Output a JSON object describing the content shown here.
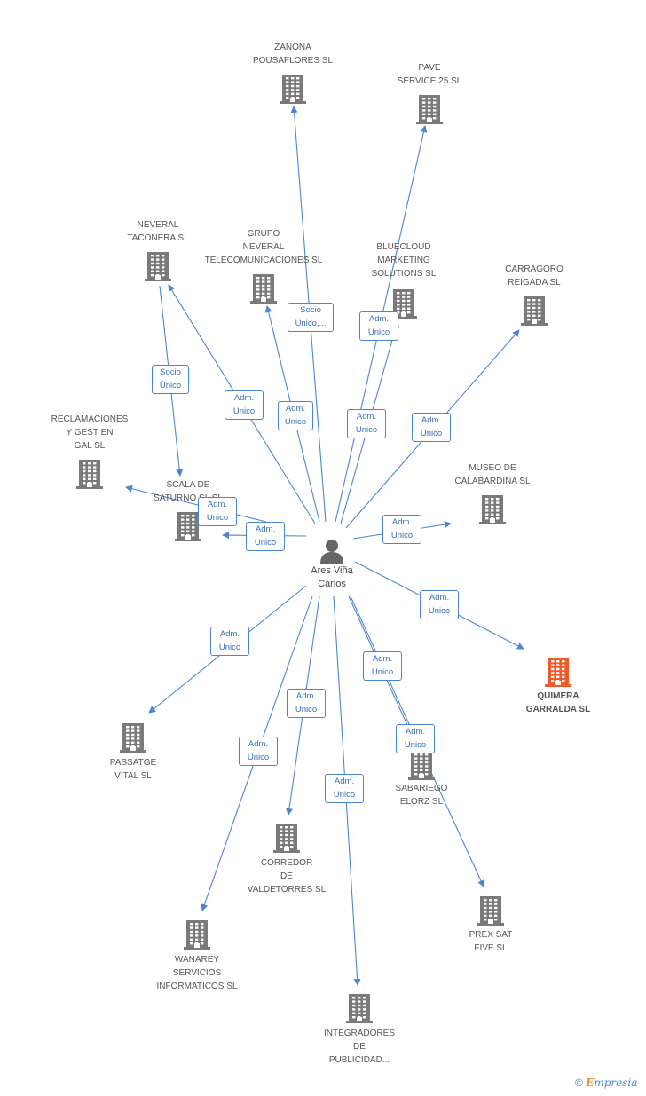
{
  "colors": {
    "edge": "#4a86d4",
    "company": "#7a7a7a",
    "highlight": "#f05a28",
    "person": "#666666"
  },
  "center": {
    "label": "Ares Viña\nCarlos",
    "icon": "person-icon"
  },
  "companies": [
    {
      "id": "zanona",
      "label": "ZANONA\nPOUSAFLORES SL",
      "edge": "Socio\nÚnico,..."
    },
    {
      "id": "pave",
      "label": "PAVE\nSERVICE 25 SL",
      "edge": "Adm.\nUnico"
    },
    {
      "id": "neveral-taconera",
      "label": "NEVERAL\nTACONERA SL",
      "edge": "Adm.\nUnico"
    },
    {
      "id": "grupo-neveral",
      "label": "GRUPO\nNEVERAL\nTELECOMUNICACIONES SL",
      "edge": "Adm.\nUnico"
    },
    {
      "id": "bluecloud",
      "label": "BLUECLOUD\nMARKETING\nSOLUTIONS SL",
      "edge": "Adm.\nUnico"
    },
    {
      "id": "carragoro",
      "label": "CARRAGORO\nREIGADA SL",
      "edge": "Adm.\nUnico"
    },
    {
      "id": "reclamaciones",
      "label": "RECLAMACIONES\nY GEST EN\nGAL  SL",
      "edge": "Adm.\nUnico"
    },
    {
      "id": "scala",
      "label": "SCALA DE\nSATURNO SL SL",
      "edge": "Adm.\nUnico"
    },
    {
      "id": "museo",
      "label": "MUSEO DE\nCALABARDINA SL",
      "edge": "Adm.\nUnico"
    },
    {
      "id": "quimera",
      "label": "QUIMERA\nGARRALDA SL",
      "edge": "Adm.\nUnico",
      "highlight": true
    },
    {
      "id": "passatge",
      "label": "PASSATGE\nVITAL SL",
      "edge": "Adm.\nUnico"
    },
    {
      "id": "sabariego",
      "label": "SABARIEGO\nELORZ SL",
      "edge": "Adm.\nUnico"
    },
    {
      "id": "corredor",
      "label": "CORREDOR\nDE\nVALDETORRES SL",
      "edge": "Adm.\nUnico"
    },
    {
      "id": "prex",
      "label": "PREX SAT\nFIVE SL",
      "edge": "Adm.\nUnico"
    },
    {
      "id": "wanarey",
      "label": "WANAREY\nSERVICIOS\nINFORMATICOS SL",
      "edge": "Adm.\nUnico"
    },
    {
      "id": "integradores",
      "label": "INTEGRADORES\nDE\nPUBLICIDAD...",
      "edge": "Adm.\nUnico"
    }
  ],
  "extra_edges": [
    {
      "from": "neveral-taconera",
      "to": "scala",
      "label": "Socio\nÚnico"
    }
  ],
  "footer": {
    "copyright": "©",
    "brand_first": "E",
    "brand_rest": "mpresia"
  }
}
